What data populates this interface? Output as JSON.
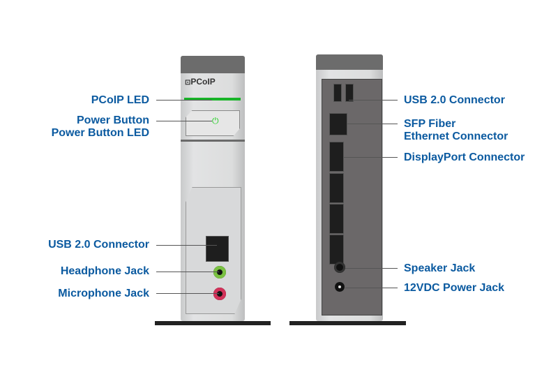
{
  "front": {
    "logo": "PCoIP",
    "labels": {
      "pcoip_led": "PCoIP LED",
      "power_button": "Power Button",
      "power_button_led": "Power Button LED",
      "usb": "USB 2.0 Connector",
      "headphone": "Headphone Jack",
      "microphone": "Microphone Jack"
    }
  },
  "back": {
    "labels": {
      "usb": "USB 2.0 Connector",
      "sfp_line1": "SFP Fiber",
      "sfp_line2": "Ethernet Connector",
      "displayport": "DisplayPort Connector",
      "speaker": "Speaker Jack",
      "power": "12VDC Power Jack"
    }
  },
  "colors": {
    "label": "#0b5aa0",
    "led_green": "#18b428",
    "headphone": "#7ac142",
    "microphone": "#d2325a"
  }
}
